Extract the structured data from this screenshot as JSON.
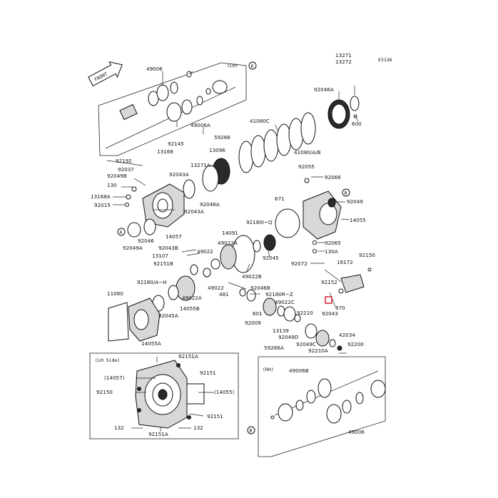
{
  "diagram_code": "E3136",
  "front_label": "FRONT",
  "side_labels": {
    "lh": "(LH)",
    "rh": "(RH)",
    "lh_side": "(LH Side)"
  },
  "ref_markers": {
    "a": "A",
    "b": "B"
  },
  "parts": {
    "p49006_top": "49006",
    "p49006a": "49006A",
    "p59266": "59266",
    "p13271_top": "13271",
    "p13272": "13272",
    "p92046a_top": "92046A",
    "p600": "600",
    "p41080c": "41080C",
    "p41080ab": "41080/A/B",
    "p92192": "92192",
    "p92145": "92145",
    "p13168": "13168",
    "p13096": "13096",
    "p92037": "92037",
    "p13271a": "13271A",
    "p92049b": "92049B",
    "p92043a_1": "92043A",
    "p130": "130",
    "p13168a": "13168A",
    "p92015": "92015",
    "p92046a_mid": "92046A",
    "p92043a_2": "92043A",
    "p92055": "92055",
    "p92066": "92066",
    "p671": "671",
    "p92049": "92049",
    "p14055": "14055",
    "p92046": "92046",
    "p92049a": "92049A",
    "p14057": "14057",
    "p92043b": "92043B",
    "p13107": "13107",
    "p92151b": "92151B",
    "p14091": "14091",
    "p92180i": "92180I~Q",
    "p49022a": "49022A",
    "p49022_1": "49022",
    "p92045": "92045",
    "p92065": "92065",
    "p130a": "130A",
    "p49022b": "49022B",
    "p92150_top": "92150",
    "p92072": "92072",
    "p16172": "16172",
    "p11060": "11060",
    "p92180ah": "92180/A~H",
    "p49022_2": "49022",
    "p49022a_2": "49022A",
    "p481": "481",
    "p92046b": "92046B",
    "p92180rz": "92180R~Z",
    "p92152": "92152",
    "p670": "670",
    "p14055b": "14055B",
    "p92045a": "92045A",
    "p49022c": "49022C",
    "p601": "601",
    "p92210": "92210",
    "p92043": "92043",
    "p92009": "92009",
    "p13139": "13139",
    "p42034": "42034",
    "p92049d": "92049D",
    "p14055a": "14055A",
    "p92049c": "92049C",
    "p92200": "92200",
    "p59266a": "59266A",
    "p92210a": "92210A",
    "p92151a_1": "92151A",
    "p14057_paren": "(14057)",
    "p92151_1": "92151",
    "p92150_box": "92150",
    "p14055_paren": "(14055)",
    "p92151_2": "92151",
    "p132_1": "132",
    "p132_2": "132",
    "p92151a_2": "92151A",
    "p49006b": "49006B",
    "p49006_bottom": "49006"
  }
}
